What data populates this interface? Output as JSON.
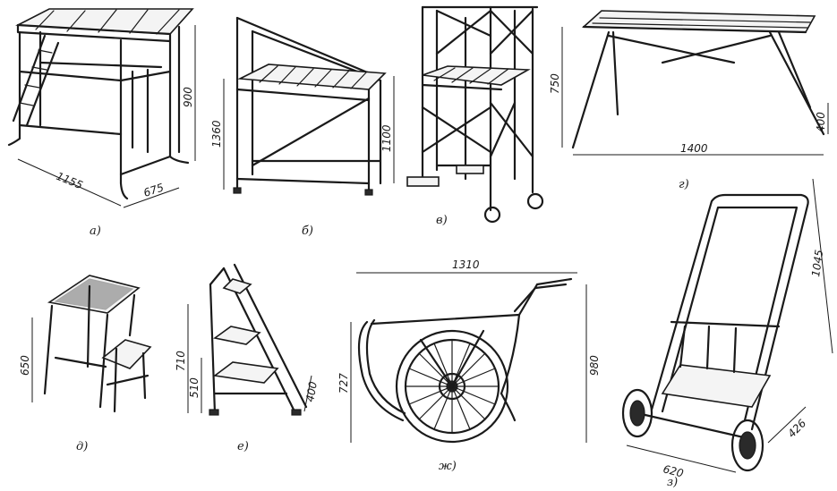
{
  "figures": [
    {
      "id": "a",
      "label": "а)",
      "dims": [
        "1155",
        "675",
        "900"
      ]
    },
    {
      "id": "b",
      "label": "б)",
      "dims": [
        "1360"
      ]
    },
    {
      "id": "v",
      "label": "в)",
      "dims": [
        "1100"
      ]
    },
    {
      "id": "g",
      "label": "г)",
      "dims": [
        "750",
        "1400",
        "400"
      ]
    },
    {
      "id": "d",
      "label": "д)",
      "dims": [
        "650"
      ]
    },
    {
      "id": "e",
      "label": "е)",
      "dims": [
        "710",
        "510",
        "400"
      ]
    },
    {
      "id": "zh",
      "label": "ж)",
      "dims": [
        "1310",
        "727",
        "980"
      ]
    },
    {
      "id": "z",
      "label": "з)",
      "dims": [
        "1045",
        "426",
        "620"
      ]
    }
  ]
}
